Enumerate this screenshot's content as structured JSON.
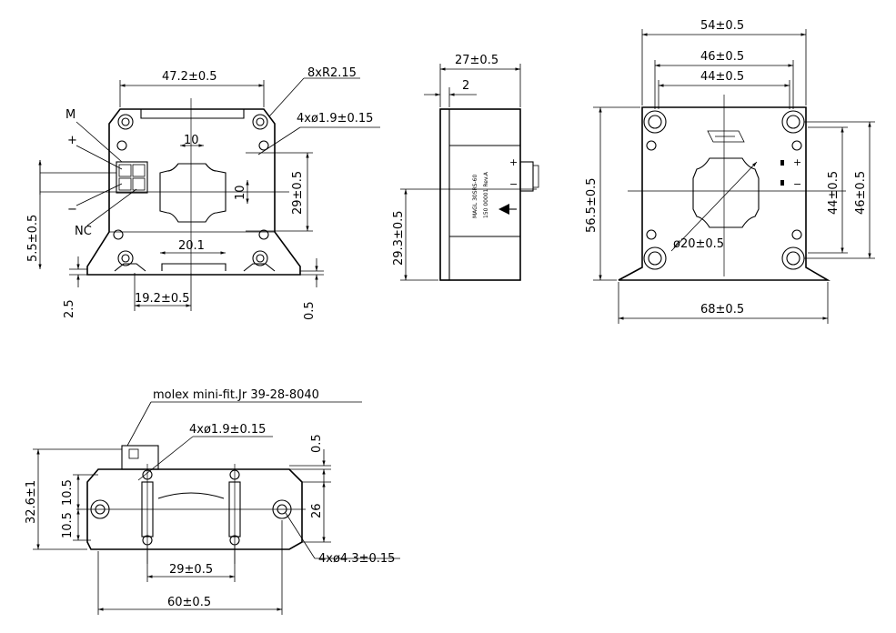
{
  "front": {
    "width_top": "47.2±0.5",
    "radius": "8xR2.15",
    "mount_holes": "4xø1.9±0.15",
    "pin_m": "M",
    "pin_plus": "+",
    "pin_minus": "−",
    "pin_nc": "NC",
    "sq_w": "10",
    "sq_h": "10",
    "slot_w": "20.1",
    "height_r": "29±0.5",
    "height_l": "5.5±0.5",
    "bottom_w": "19.2±0.5",
    "dim_25": "2.5",
    "dim_05": "0.5"
  },
  "side": {
    "depth": "27±0.5",
    "flange": "2",
    "height": "29.3±0.5",
    "label_line1": "MAGL 30SRS-60",
    "label_line2": "150 00001 Rev.A",
    "plus": "+",
    "minus": "−"
  },
  "back": {
    "w1": "54±0.5",
    "w2": "46±0.5",
    "w3": "44±0.5",
    "h_left": "56.5±0.5",
    "h_r1": "44±0.5",
    "h_r2": "46±0.5",
    "bore": "ø20±0.5",
    "bottom_w": "68±0.5",
    "plus": "+",
    "minus": "−"
  },
  "bottom": {
    "connector": "molex mini-fit.Jr 39-28-8040",
    "small_holes": "4xø1.9±0.15",
    "big_holes": "4xø4.3±0.15",
    "h_total": "32.6±1",
    "h_upper": "10.5",
    "h_lower": "10.5",
    "h_right": "26",
    "dim_05": "0.5",
    "hole_spacing": "29±0.5",
    "width": "60±0.5"
  }
}
